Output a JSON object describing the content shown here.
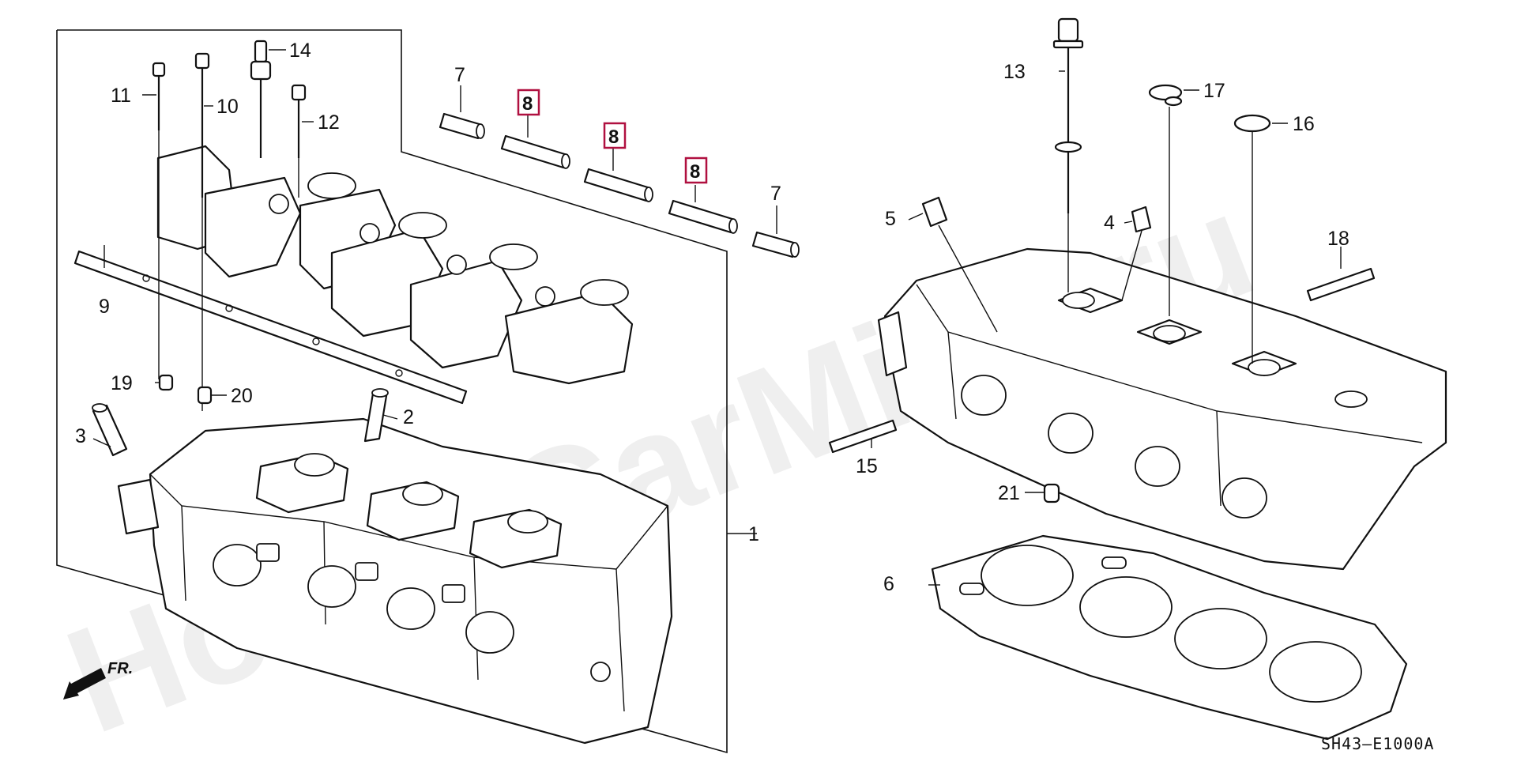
{
  "watermark": "HondaCarMine.ru",
  "diagram_code": "SH43—E1000A",
  "front_indicator": "FR.",
  "callouts": {
    "c1": "1",
    "c2": "2",
    "c3": "3",
    "c4": "4",
    "c5": "5",
    "c6": "6",
    "c7a": "7",
    "c7b": "7",
    "c8a": "8",
    "c8b": "8",
    "c8c": "8",
    "c9": "9",
    "c10": "10",
    "c11": "11",
    "c12": "12",
    "c13": "13",
    "c14": "14",
    "c15": "15",
    "c16": "16",
    "c17": "17",
    "c18": "18",
    "c19": "19",
    "c20": "20",
    "c21": "21"
  },
  "highlight_color": "#b01040"
}
